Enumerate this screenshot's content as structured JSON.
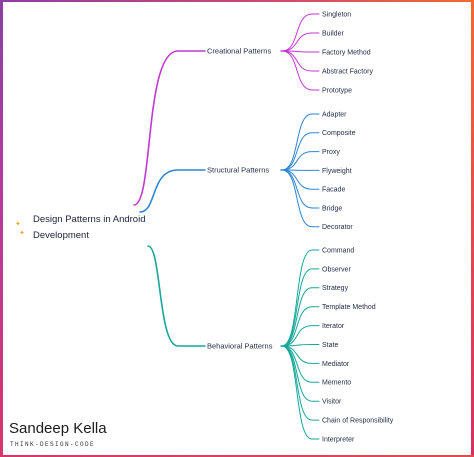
{
  "root": {
    "line1": "Design Patterns in Android",
    "line2": "Development"
  },
  "branches": [
    {
      "name": "Creational Patterns",
      "color": "#c03ad0",
      "items": [
        "Singleton",
        "Builder",
        "Factory Method",
        "Abstract Factory",
        "Prototype"
      ]
    },
    {
      "name": "Structural Patterns",
      "color": "#2f86d2",
      "items": [
        "Adapter",
        "Composite",
        "Proxy",
        "Flyweight",
        "Facade",
        "Bridge",
        "Decorator"
      ]
    },
    {
      "name": "Behavioral Patterns",
      "color": "#17a79a",
      "items": [
        "Command",
        "Observer",
        "Strategy",
        "Template Method",
        "Iterator",
        "State",
        "Mediator",
        "Memento",
        "Visitor",
        "Chain of Responsibility",
        "Interpreter"
      ]
    }
  ],
  "author": {
    "name": "Sandeep Kella",
    "tagline": "THINK-DESIGN-CODE"
  }
}
